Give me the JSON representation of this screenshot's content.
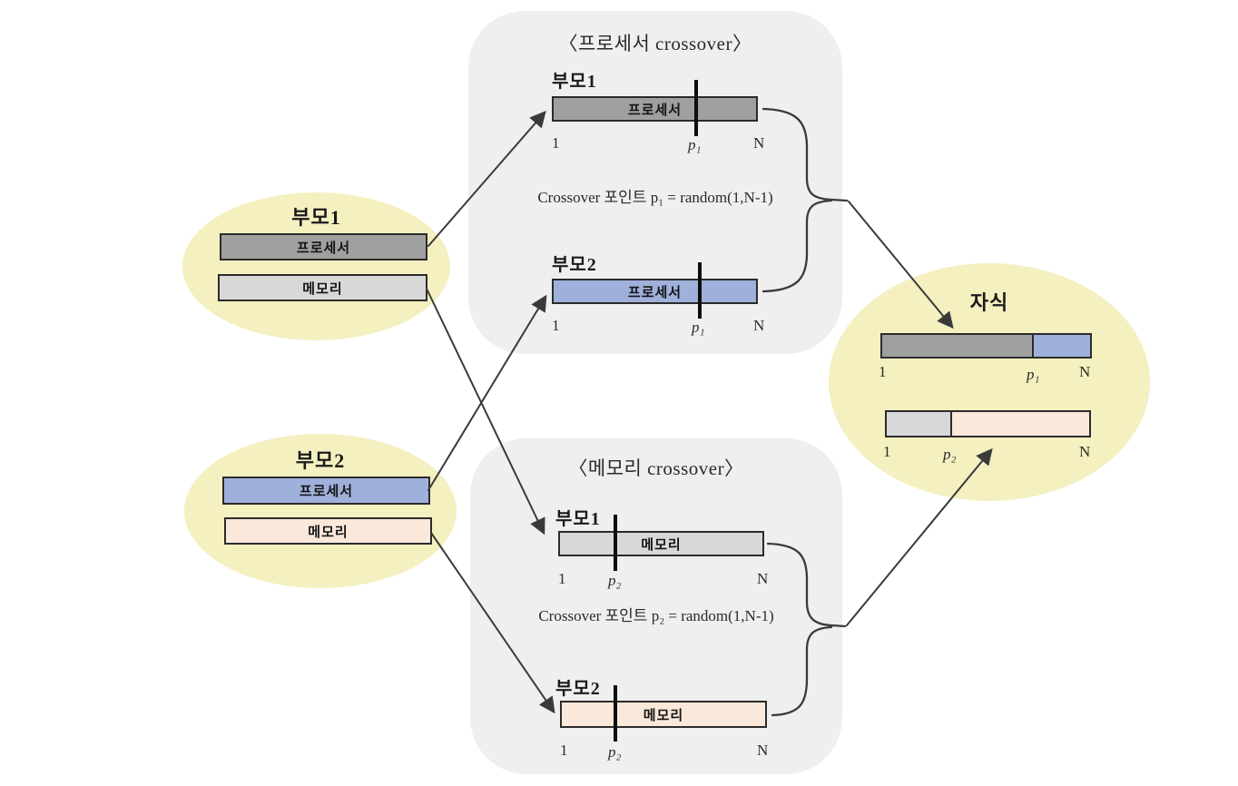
{
  "parents": {
    "parent1": {
      "title": "부모1",
      "processor": "프로세서",
      "memory": "메모리"
    },
    "parent2": {
      "title": "부모2",
      "processor": "프로세서",
      "memory": "메모리"
    }
  },
  "processor_crossover": {
    "title": "〈프로세서 crossover〉",
    "parent1_label": "부모1",
    "parent2_label": "부모2",
    "bar_label": "프로세서",
    "note": "Crossover 포인트 p₁ = random(1,N-1)",
    "start": "1",
    "point": "p₁",
    "end": "N"
  },
  "memory_crossover": {
    "title": "〈메모리 crossover〉",
    "parent1_label": "부모1",
    "parent2_label": "부모2",
    "bar_label": "메모리",
    "note": "Crossover 포인트 p₂ = random(1,N-1)",
    "start": "1",
    "point": "p₂",
    "end": "N"
  },
  "child": {
    "title": "자식",
    "bar1": {
      "start": "1",
      "point": "p₁",
      "end": "N"
    },
    "bar2": {
      "start": "1",
      "point": "p₂",
      "end": "N"
    }
  },
  "colors": {
    "processor_parent1": "#a0a0a0",
    "processor_parent2": "#9fb0da",
    "memory_parent1": "#d8d8d8",
    "memory_parent2": "#fae8da",
    "group_ellipse": "#f4f0c0",
    "panel_background": "#efefef",
    "connector_line": "#3a3a3a",
    "crossover_tick": "#0d0d0d"
  }
}
